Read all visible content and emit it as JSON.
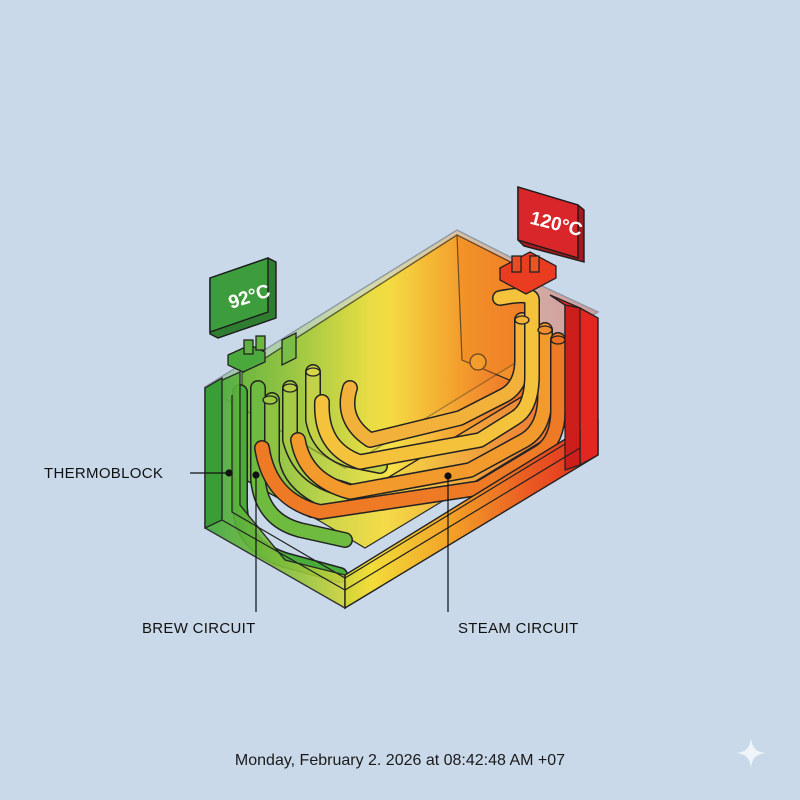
{
  "labels": {
    "thermoblock": "THERMOBLOCK",
    "brew_circuit": "BREW CIRCUIT",
    "steam_circuit": "STEAM CIRCUIT"
  },
  "badges": {
    "brew_temp": "92°C",
    "steam_temp": "120°C"
  },
  "timestamp": "Monday, February 2. 2026 at 08:42:48 AM +07",
  "colors": {
    "background": "#c9d9e9",
    "cool": "#3fa83a",
    "mid": "#f2dd3a",
    "warm": "#f08a22",
    "hot": "#e3261f",
    "brew_badge": "#3d9c3c",
    "steam_badge": "#d8262a"
  },
  "icons": {
    "corner": "sparkle-icon"
  }
}
